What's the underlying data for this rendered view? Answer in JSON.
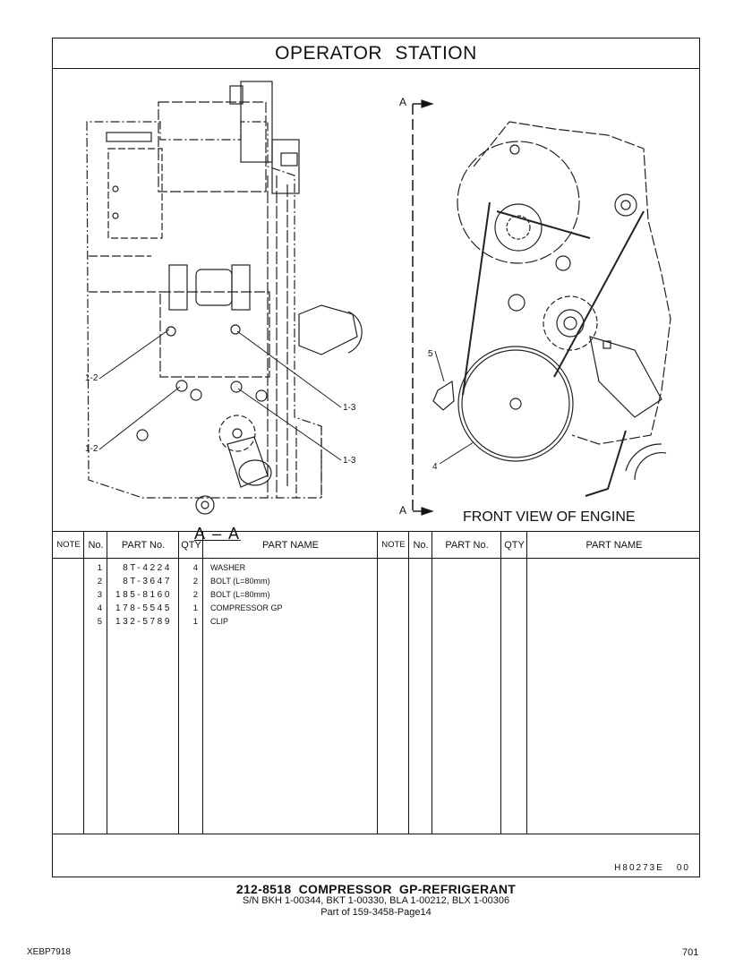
{
  "header": {
    "title": "OPERATOR STATION"
  },
  "drawing": {
    "section_view_label": "A – A",
    "front_view_label": "FRONT VIEW OF ENGINE",
    "section_marker": "A",
    "callouts_section": [
      "1-2",
      "1-2",
      "1-3",
      "1-3"
    ],
    "callouts_front": [
      "5",
      "4"
    ]
  },
  "table": {
    "headers": {
      "note": "NOTE",
      "no": "No.",
      "part_no": "PART No.",
      "qty": "QTY",
      "part_name": "PART NAME"
    },
    "rows": [
      {
        "no": "1",
        "part_no": "8T-4224",
        "qty": "4",
        "part_name": "WASHER"
      },
      {
        "no": "2",
        "part_no": "8T-3647",
        "qty": "2",
        "part_name": "BOLT (L=80mm)"
      },
      {
        "no": "3",
        "part_no": "185-8160",
        "qty": "2",
        "part_name": "BOLT (L=80mm)"
      },
      {
        "no": "4",
        "part_no": "178-5545",
        "qty": "1",
        "part_name": "COMPRESSOR GP"
      },
      {
        "no": "5",
        "part_no": "132-5789",
        "qty": "1",
        "part_name": "CLIP"
      }
    ]
  },
  "footer": {
    "illustration_ref": "H80273E",
    "revision": "00",
    "group_title": "212-8518 COMPRESSOR GP-REFRIGERANT",
    "serials": "S/N BKH 1-00344, BKT 1-00330, BLA 1-00212, BLX 1-00306",
    "part_of": "Part of 159-3458-Page14",
    "document_id": "XEBP7918",
    "page_number": "701"
  }
}
